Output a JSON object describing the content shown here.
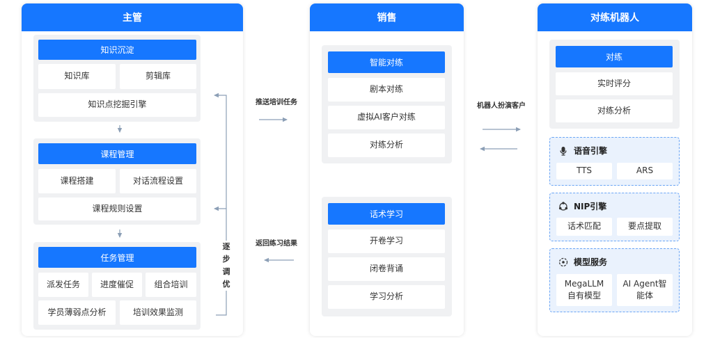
{
  "supervisor": {
    "title": "主管",
    "knowledge": {
      "title": "知识沉淀",
      "items": [
        "知识库",
        "剪辑库"
      ],
      "engine": "知识点挖掘引擎"
    },
    "course": {
      "title": "课程管理",
      "items": [
        "课程搭建",
        "对话流程设置"
      ],
      "rules": "课程规则设置"
    },
    "task": {
      "title": "任务管理",
      "row1": [
        "派发任务",
        "进度催促",
        "组合培训"
      ],
      "row2": [
        "学员薄弱点分析",
        "培训效果监测"
      ]
    },
    "loop_label": "逐步调优"
  },
  "sales": {
    "title": "销售",
    "practice": {
      "title": "智能对练",
      "items": [
        "剧本对练",
        "虚拟AI客户对练",
        "对练分析"
      ]
    },
    "scripts": {
      "title": "话术学习",
      "items": [
        "开卷学习",
        "闭卷背诵",
        "学习分析"
      ]
    }
  },
  "bot": {
    "title": "对练机器人",
    "practice": {
      "title": "对练",
      "items": [
        "实时评分",
        "对练分析"
      ]
    },
    "voice": {
      "title": "语音引擎",
      "icon": "microphone-icon",
      "items": [
        "TTS",
        "ARS"
      ]
    },
    "nlp": {
      "title": "NIP引擎",
      "icon": "network-icon",
      "items": [
        "话术匹配",
        "要点提取"
      ]
    },
    "model": {
      "title": "模型服务",
      "icon": "model-icon",
      "items": [
        "MegaLLM\n自有模型",
        "AI Agent智\n能体"
      ]
    }
  },
  "flows": {
    "push_training": "推送培训任务",
    "return_results": "返回练习结果",
    "robot_role": "机器人扮演客户"
  },
  "colors": {
    "primary": "#1677ff",
    "group_bg": "#f0f1f3",
    "dashed_bg": "#eaf2fd",
    "arrow": "#8c9fb6"
  }
}
